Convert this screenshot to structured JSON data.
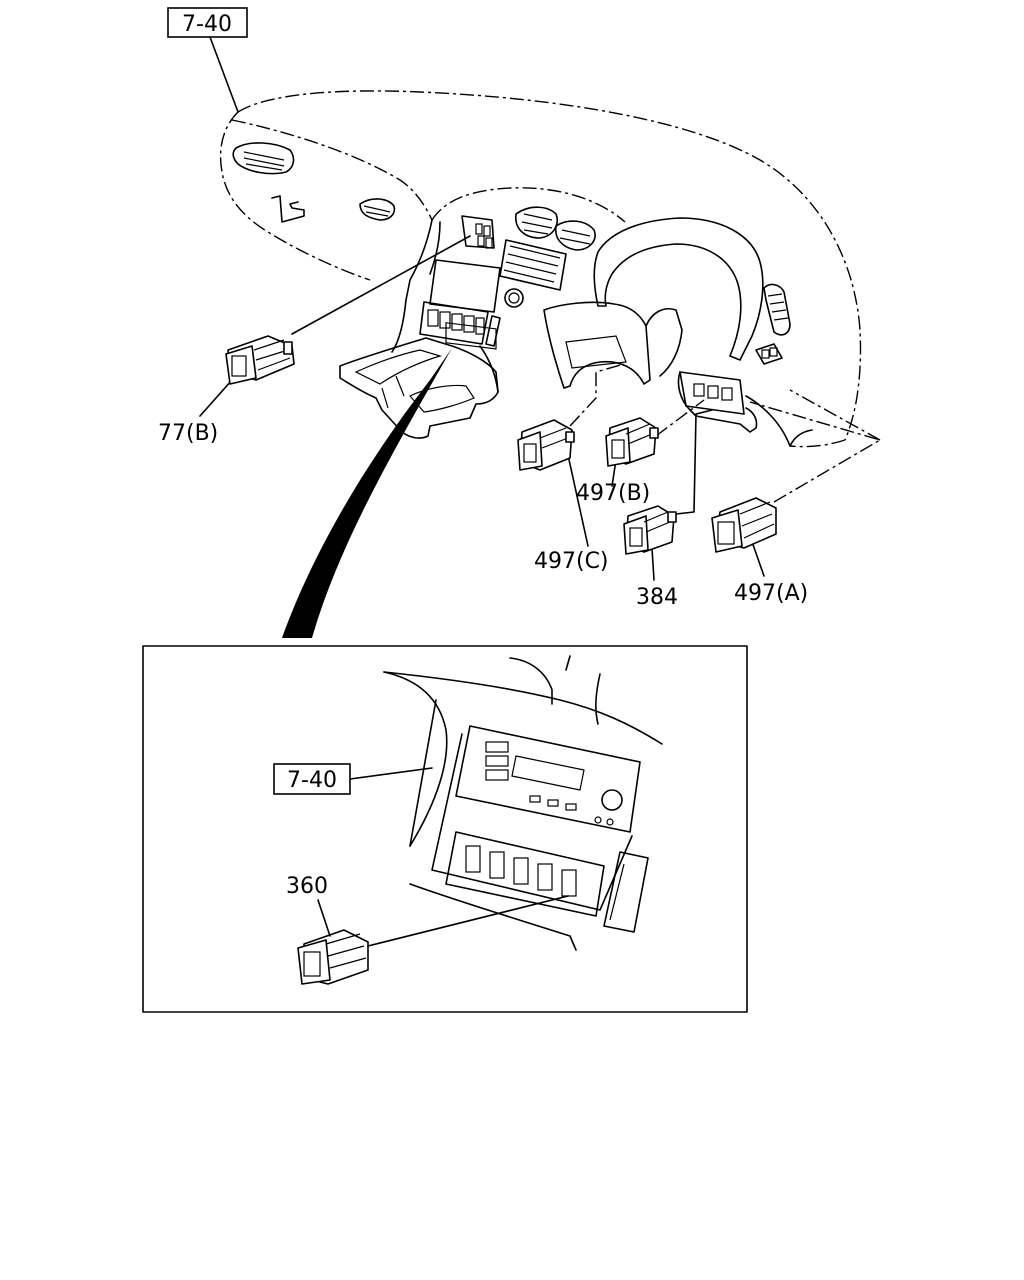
{
  "references": {
    "top_ref": "7-40",
    "inset_ref": "7-40"
  },
  "callouts": {
    "switch_77b": "77(B)",
    "switch_497b": "497(B)",
    "switch_497c": "497(C)",
    "switch_384": "384",
    "switch_497a": "497(A)",
    "switch_360": "360"
  }
}
